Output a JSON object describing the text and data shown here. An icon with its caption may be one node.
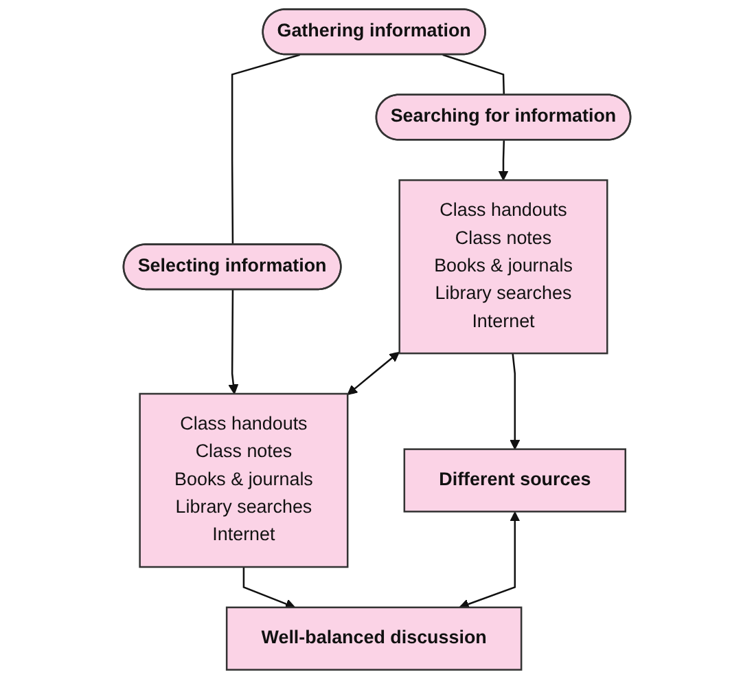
{
  "diagram": {
    "nodes": [
      {
        "text": [
          "Gathering information"
        ]
      },
      {
        "text": [
          "Searching for information"
        ]
      },
      {
        "text": [
          "Selecting information"
        ]
      },
      {
        "text": [
          "Class handouts",
          "Class notes",
          "Books & journals",
          "Library searches",
          "Internet"
        ]
      },
      {
        "text": [
          "Class handouts",
          "Class notes",
          "Books & journals",
          "Library searches",
          "Internet"
        ]
      },
      {
        "text": [
          "Different sources"
        ]
      },
      {
        "text": [
          "Well-balanced discussion"
        ]
      }
    ],
    "edges": [
      {
        "from": 0,
        "to": 1,
        "arrow": "none"
      },
      {
        "from": 0,
        "to": 2,
        "arrow": "none"
      },
      {
        "from": 1,
        "to": 3,
        "arrow": "to"
      },
      {
        "from": 2,
        "to": 4,
        "arrow": "to"
      },
      {
        "from": 3,
        "to": 4,
        "arrow": "both"
      },
      {
        "from": 3,
        "to": 5,
        "arrow": "to"
      },
      {
        "from": 4,
        "to": 6,
        "arrow": "to"
      },
      {
        "from": 5,
        "to": 6,
        "arrow": "both"
      }
    ]
  }
}
